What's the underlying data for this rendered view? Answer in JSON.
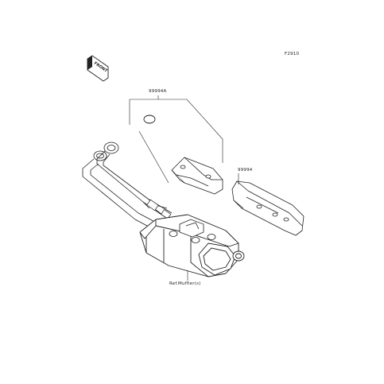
{
  "figure": {
    "code": "F2910",
    "front_label": "FRONT"
  },
  "parts": [
    {
      "key": "heat-guard-kit-a",
      "label": "99994A"
    },
    {
      "key": "heat-guard-kit-b",
      "label": "99994"
    }
  ],
  "reference": {
    "label": "Ref.Muffler(s)"
  },
  "colors": {
    "line": "#222222",
    "background": "#ffffff"
  },
  "icons": [
    "front-arrow-icon"
  ]
}
